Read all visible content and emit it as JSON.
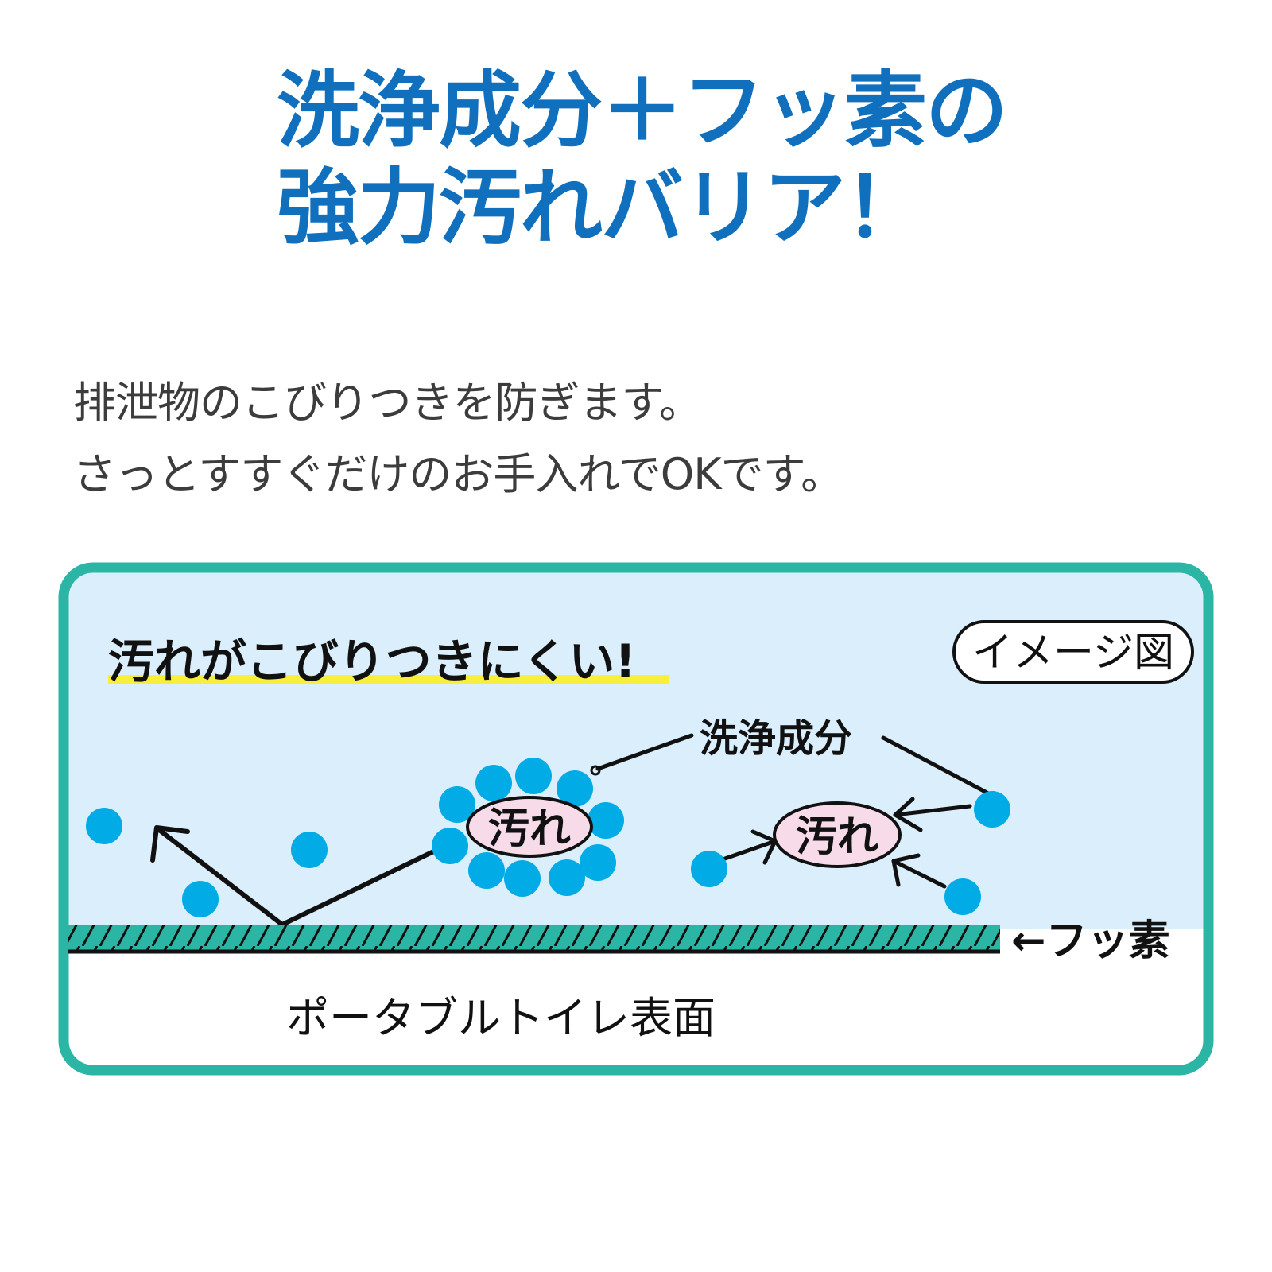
{
  "headline": {
    "line1": "洗浄成分＋フッ素の",
    "line2": "強力汚れバリア！"
  },
  "description": {
    "line1": "排泄物のこびりつきを防ぎます。",
    "line2": "さっとすすぐだけのお手入れでOKです。"
  },
  "diagram": {
    "heading": "汚れがこびりつきにくい!",
    "image_note": "イメージ図",
    "cleaning_agent_label": "洗浄成分",
    "stain_label_left": "汚れ",
    "stain_label_right": "汚れ",
    "fluorine_label": "←フッ素",
    "surface_label": "ポータブルトイレ表面"
  },
  "colors": {
    "headline_blue": "#1070bd",
    "frame_teal": "#2bb5a5",
    "background_light_blue": "#daeefb",
    "particle_blue": "#00abe6",
    "stain_pink": "#f7dbe8",
    "highlight_yellow": "#f7ef3b",
    "fluorine_layer": "#2bb5a5"
  }
}
